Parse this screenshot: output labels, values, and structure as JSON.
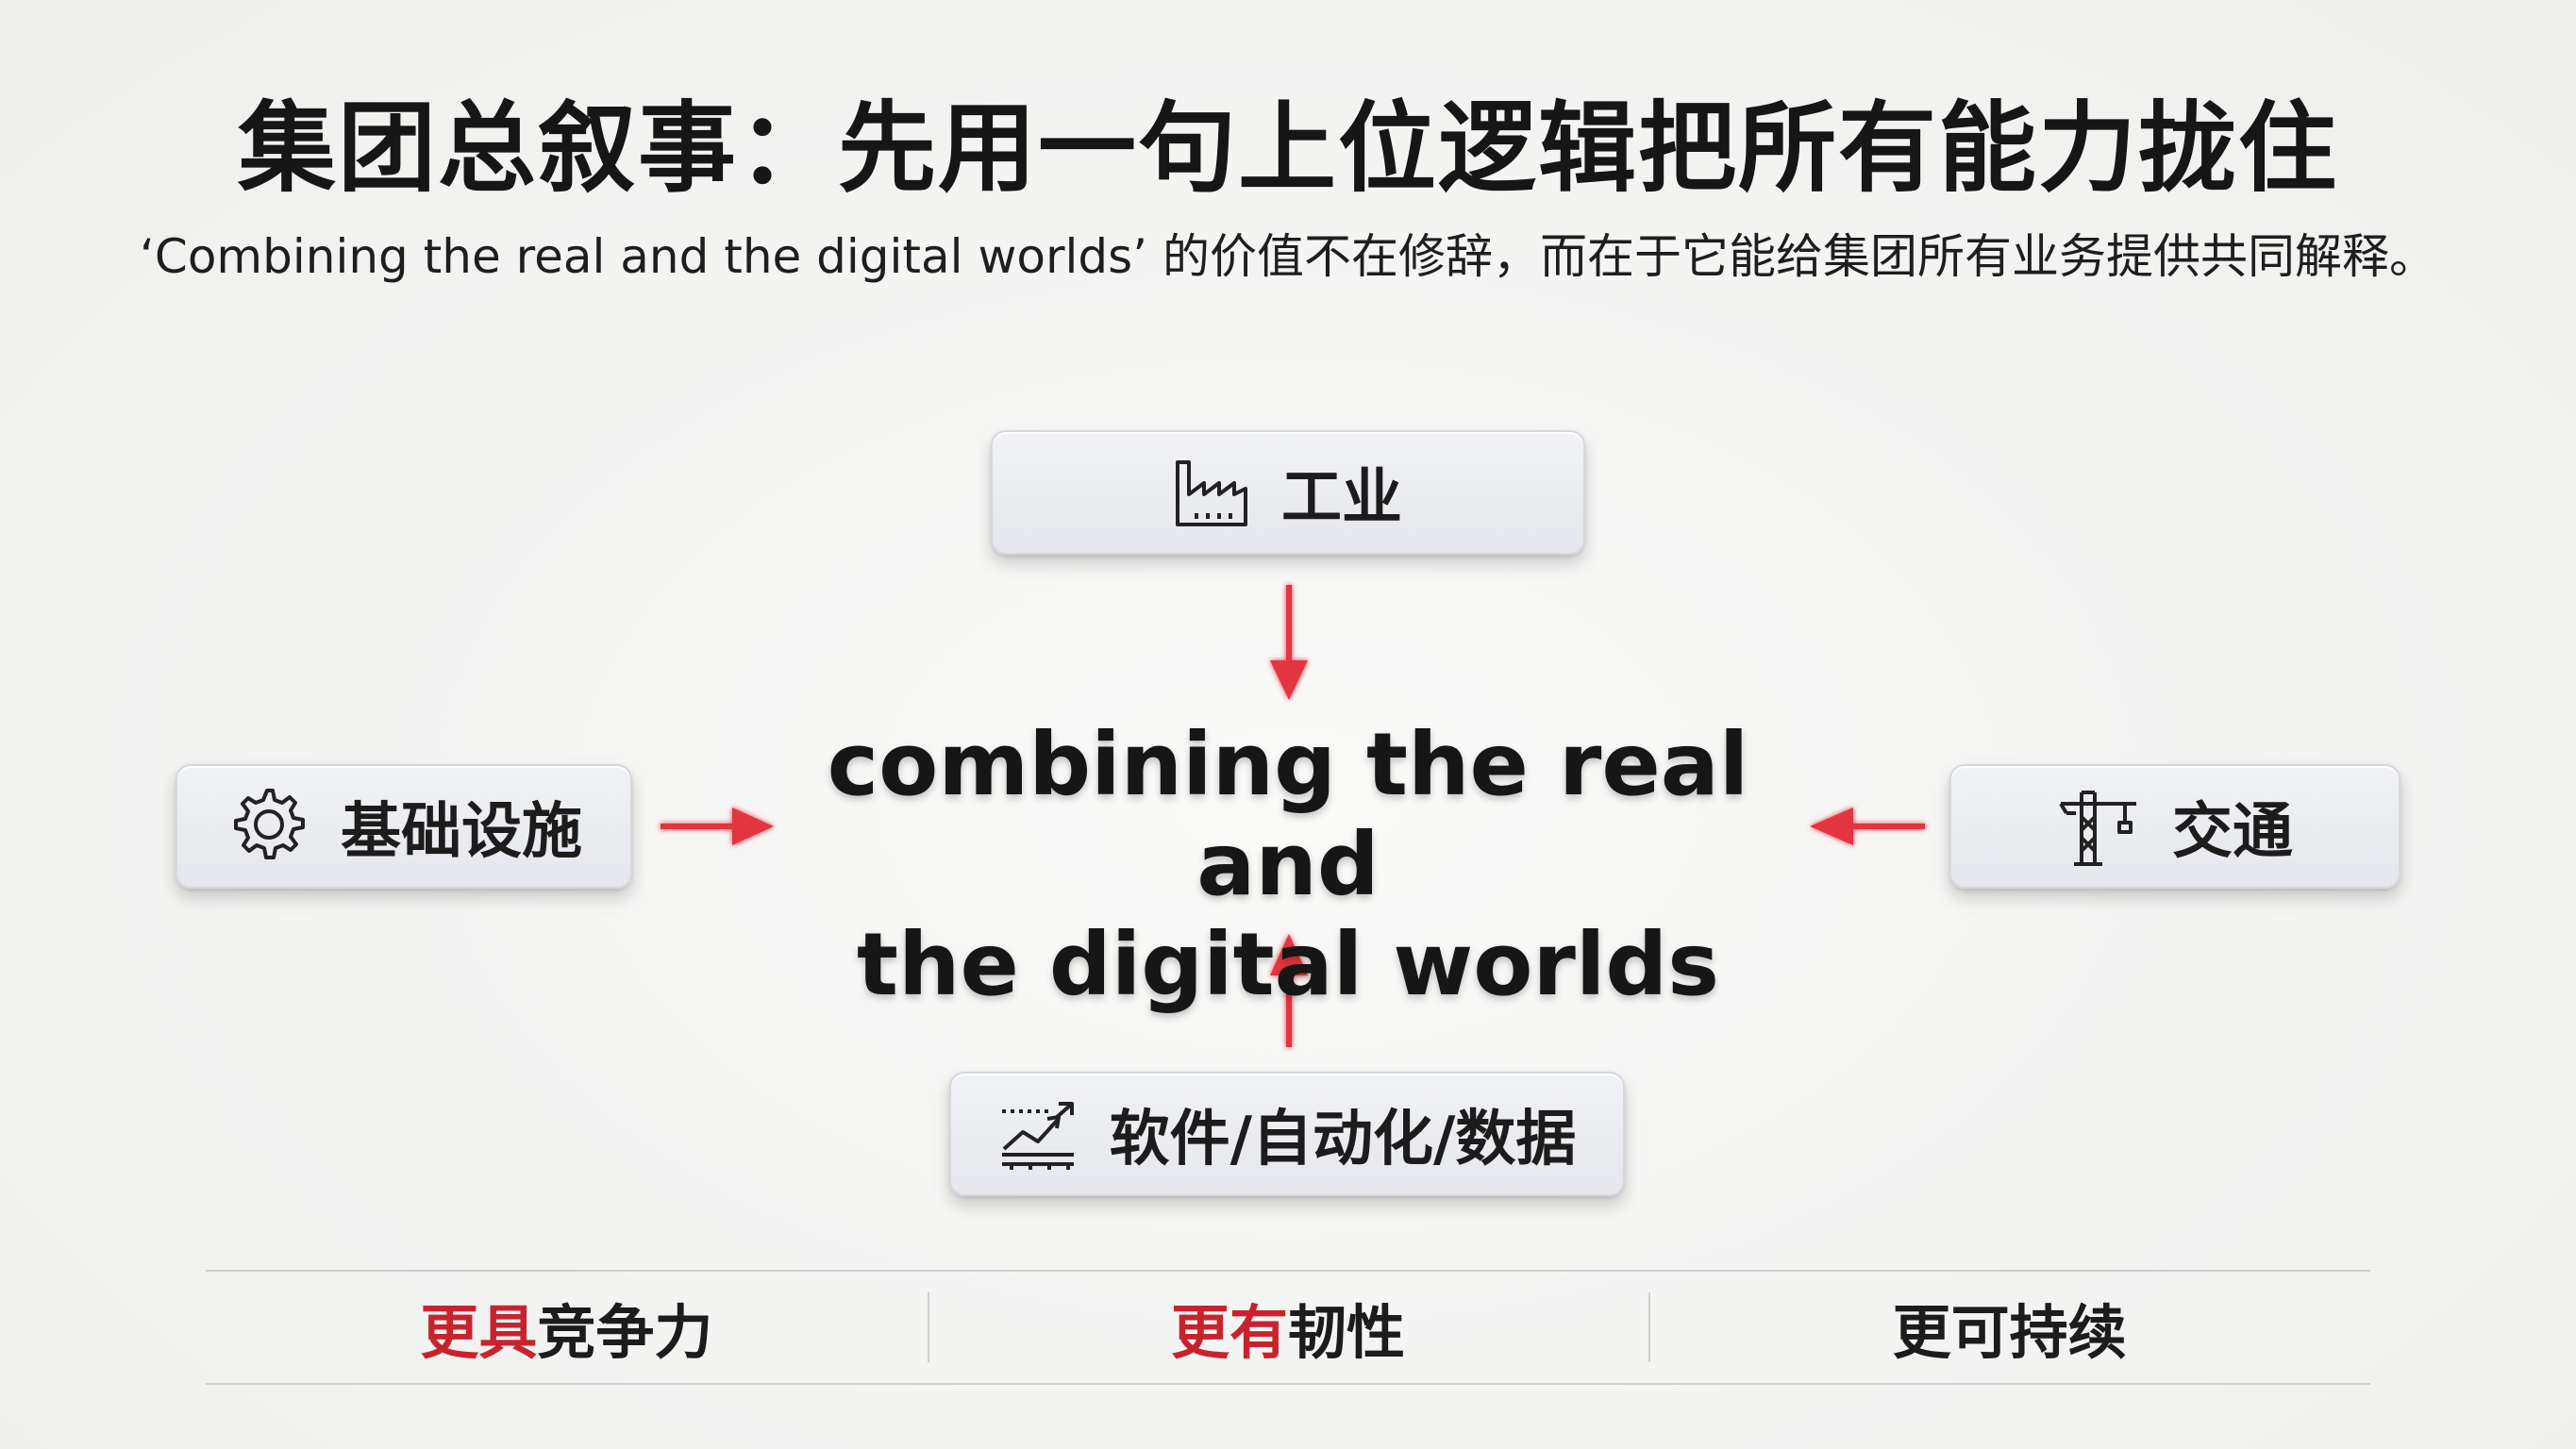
{
  "header": {
    "title": "集团总叙事：先用一句上位逻辑把所有能力拢住",
    "subtitle": "‘Combining the real and the digital worlds’ 的价值不在修辞，而在于它能给集团所有业务提供共同解释。"
  },
  "diagram": {
    "center": {
      "line1": "combining the real and",
      "line2": "the digital worlds"
    },
    "nodes": {
      "top": {
        "label": "工业",
        "icon": "factory-icon"
      },
      "left": {
        "label": "基础设施",
        "icon": "gear-icon"
      },
      "right": {
        "label": "交通",
        "icon": "crane-icon"
      },
      "bottom": {
        "label": "软件/自动化/数据",
        "icon": "chart-trend-icon"
      }
    },
    "arrow_color": "#e3343f"
  },
  "pillars": [
    {
      "accent": "更具",
      "rest": "竞争力"
    },
    {
      "accent": "更有",
      "rest": "韧性"
    },
    {
      "accent": "",
      "rest": "更可持续"
    }
  ],
  "colors": {
    "accent": "#c8232c",
    "text": "#1c1c1c",
    "card_bg": "#e9eaee"
  }
}
